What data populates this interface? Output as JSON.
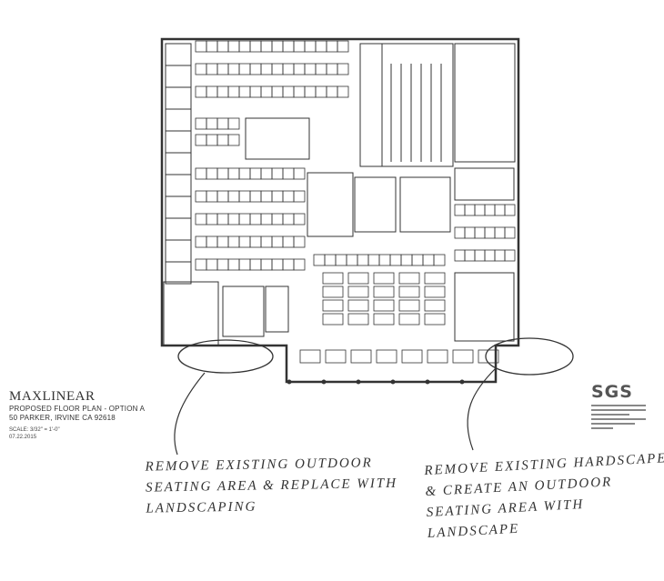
{
  "title_block": {
    "logo": "MAXLINEAR",
    "line1": "PROPOSED FLOOR PLAN - OPTION A",
    "line2": "50 PARKER, IRVINE CA 92618",
    "scale": "SCALE: 3/32\" = 1'-0\"",
    "date": "07.22.2015"
  },
  "notes": {
    "left": "Remove Existing Outdoor Seating Area & Replace with Landscaping",
    "right": "Remove Existing Hardscape & Create an Outdoor Seating Area with Landscape"
  },
  "stamp": {
    "logo": "SGS"
  }
}
